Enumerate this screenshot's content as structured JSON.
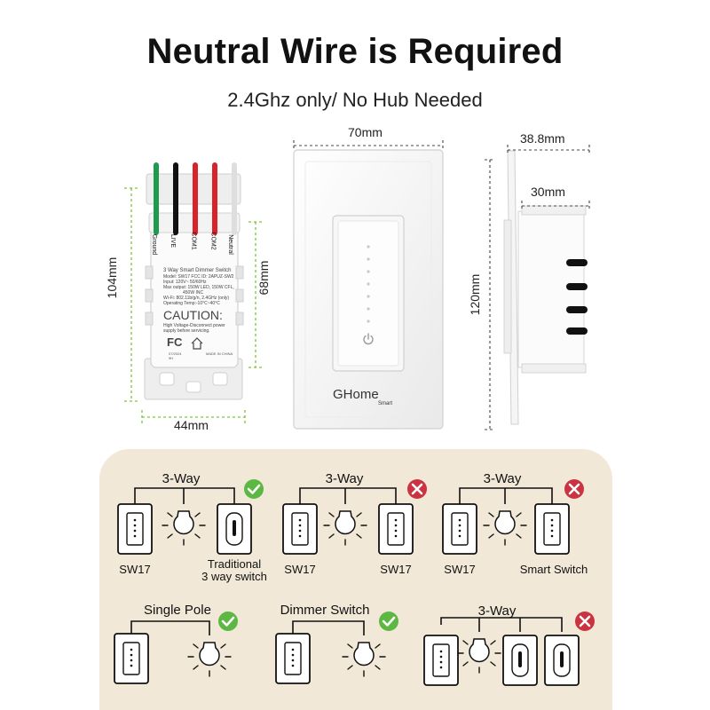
{
  "header": {
    "title": "Neutral Wire is Required",
    "subtitle": "2.4Ghz only/ No Hub Needed"
  },
  "dimensions": {
    "switch_width": "70mm",
    "switch_height": "120mm",
    "module_height": "104mm",
    "module_body_height": "68mm",
    "module_width": "44mm",
    "side_depth": "38.8mm",
    "side_body_depth": "30mm"
  },
  "module_label": {
    "wires": [
      "Ground",
      "LIVE",
      "COM1",
      "COM2",
      "Neutral"
    ],
    "wire_colors": [
      "#1f9a4e",
      "#111111",
      "#d9232a",
      "#d9232a",
      "#e6e6e6"
    ],
    "product": "3 Way Smart Dimmer Switch",
    "model": "Model: SW17",
    "fcc": "FCC ID: 2APUZ-SW2",
    "input": "Input: 120V~ 50/60Hz",
    "max_output": "Max output: 150W LED, 150W CFL,",
    "max_output2": "450W INC",
    "wifi": "Wi-Fi: 802.11b/g/n, 2.4GHz (only)",
    "temp": "Operating Temp:-10°C~40°C",
    "caution": "CAUTION:",
    "caution_text": "High Voltage-Disconnect power",
    "caution_text2": "supply before servicing.",
    "fc": "FC",
    "code": "07/2024",
    "code2": "9H",
    "made_in": "MADE IN CHINA"
  },
  "brand": {
    "name": "GHome",
    "sub": "Smart"
  },
  "colors": {
    "panel_bg": "#f1e8d7",
    "check": "#5cb843",
    "cross": "#cc3340",
    "dim_dash": "#7cc63c"
  },
  "diagrams": [
    {
      "title": "3-Way",
      "status": "check-icon",
      "left_label": "SW17",
      "right_label": "Traditional\n3 way switch"
    },
    {
      "title": "3-Way",
      "status": "cross-icon",
      "left_label": "SW17",
      "right_label": "SW17"
    },
    {
      "title": "3-Way",
      "status": "cross-icon",
      "left_label": "SW17",
      "right_label": "Smart Switch"
    },
    {
      "title": "Single Pole",
      "status": "check-icon"
    },
    {
      "title": "Dimmer Switch",
      "status": "check-icon"
    },
    {
      "title": "3-Way",
      "status": "cross-icon"
    }
  ]
}
